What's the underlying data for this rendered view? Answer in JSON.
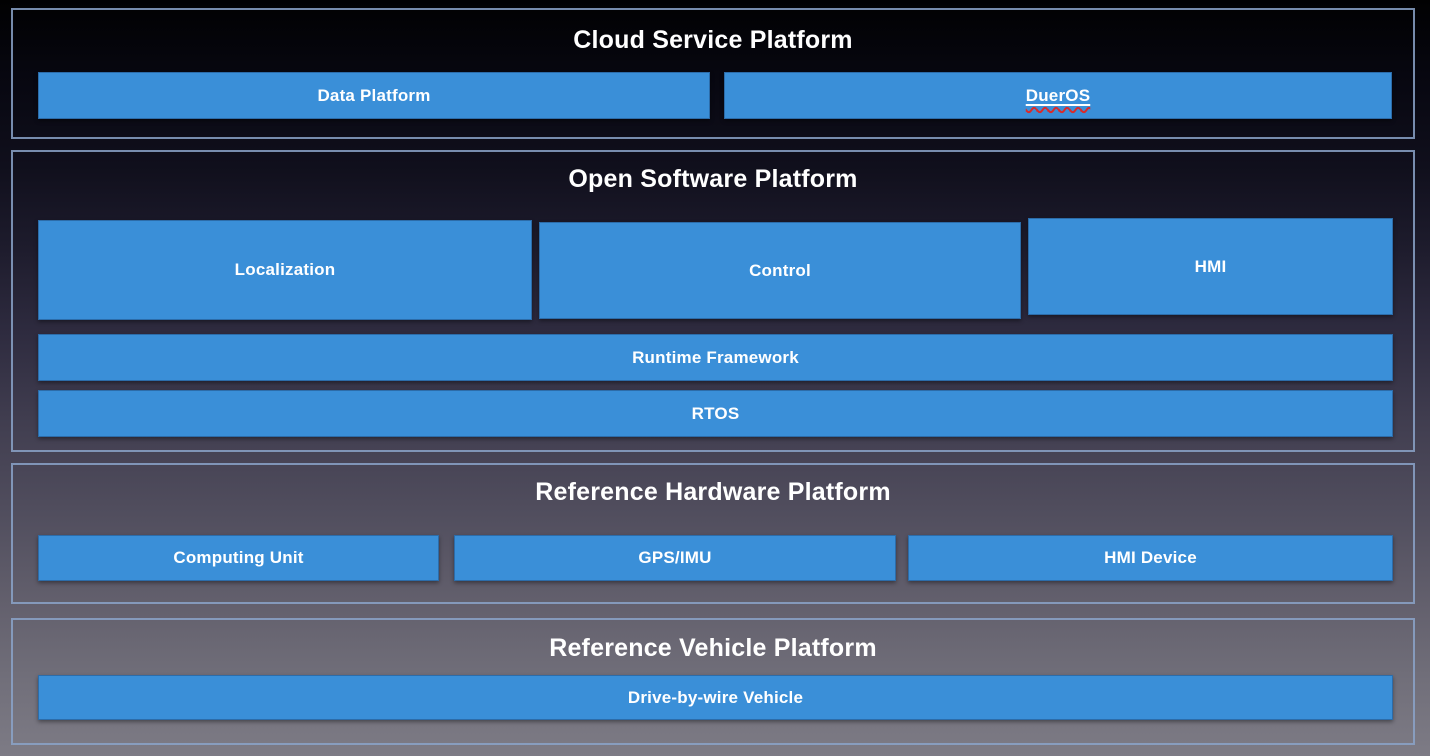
{
  "colors": {
    "box_fill_blue": "#3a8fd8",
    "section_border_blue": "#8ba3c9",
    "title_text": "#ffffff",
    "box_text": "#ffffff",
    "spellcheck_squiggle_red": "#d92b2b",
    "background_top": "#010102",
    "background_bottom": "#7d7b85"
  },
  "sections": [
    {
      "id": "cloud",
      "title": "Cloud Service Platform",
      "boxes": [
        "Data Platform",
        "DuerOS"
      ]
    },
    {
      "id": "software",
      "title": "Open Software Platform",
      "boxes": [
        "Localization",
        "Control",
        "HMI",
        "Runtime Framework",
        "RTOS"
      ]
    },
    {
      "id": "hardware",
      "title": "Reference Hardware Platform",
      "boxes": [
        "Computing Unit",
        "GPS/IMU",
        "HMI Device"
      ]
    },
    {
      "id": "vehicle",
      "title": "Reference Vehicle Platform",
      "boxes": [
        "Drive-by-wire Vehicle"
      ]
    }
  ]
}
